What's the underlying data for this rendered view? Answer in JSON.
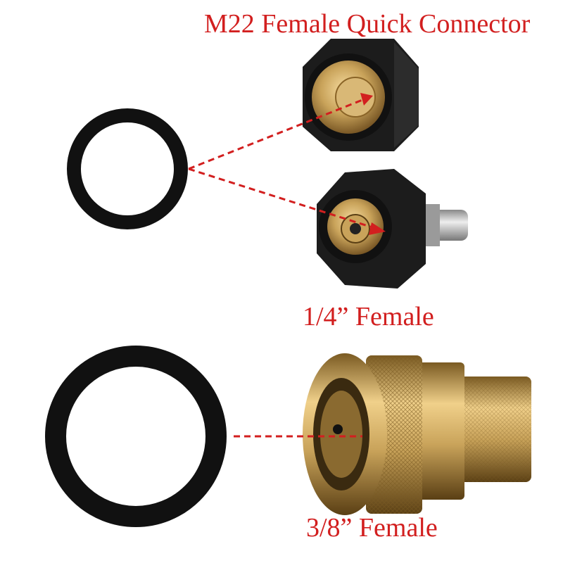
{
  "title": "M22 Female Quick Connector",
  "labels": {
    "quarter_inch": "1/4” Female",
    "three_eighths_inch": "3/8” Female"
  },
  "colors": {
    "label": "#d21f1f",
    "dashed_line": "#d21f1f",
    "oring": "#111111",
    "brass": "#c9a35a",
    "housing": "#1c1c1c"
  }
}
